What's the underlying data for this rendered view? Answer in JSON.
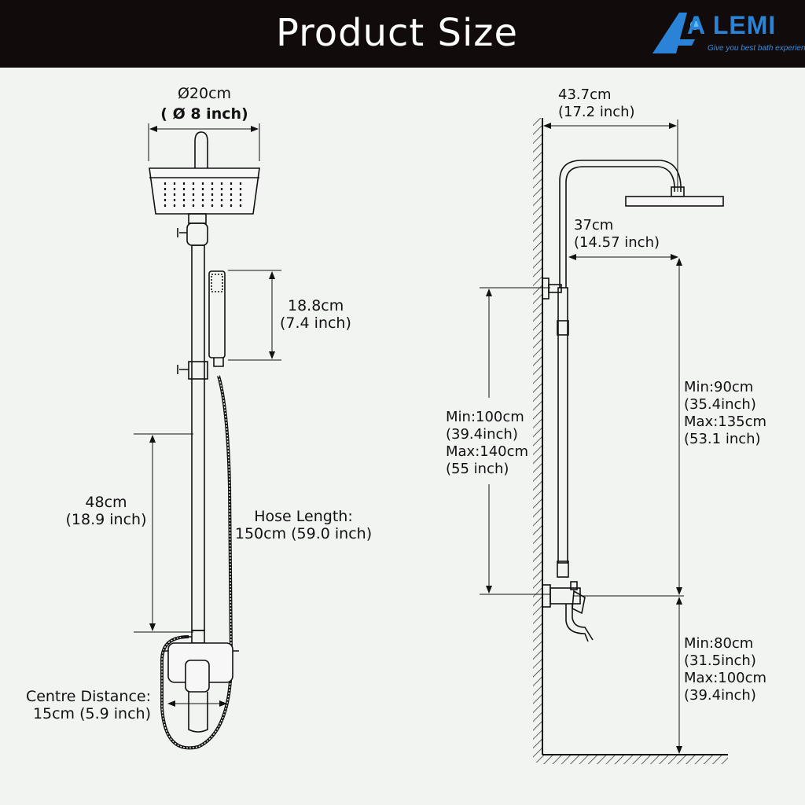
{
  "header": {
    "title": "Product  Size",
    "brand": "A  LEMI",
    "tagline": "Give you best bath experience"
  },
  "left_view": {
    "head_diameter_cm": "Ø20cm",
    "head_diameter_in": "( Ø 8 inch)",
    "handheld_cm": "18.8cm",
    "handheld_in": "(7.4 inch)",
    "rail_cm": "48cm",
    "rail_in": "(18.9 inch)",
    "hose_label": "Hose Length:",
    "hose_value": "150cm (59.0 inch)",
    "centre_label": "Centre Distance:",
    "centre_value": "15cm (5.9 inch)"
  },
  "right_view": {
    "arm_cm": "43.7cm",
    "arm_in": "(17.2 inch)",
    "offset_cm": "37cm",
    "offset_in": "(14.57 inch)",
    "height_min": "Min:100cm",
    "height_min_in": "(39.4inch)",
    "height_max": "Max:140cm",
    "height_max_in": "(55 inch)",
    "rise_min": "Min:90cm",
    "rise_min_in": "(35.4inch)",
    "rise_max": "Max:135cm",
    "rise_max_in": "(53.1 inch)",
    "floor_min": "Min:80cm",
    "floor_min_in": "(31.5inch)",
    "floor_max": "Max:100cm",
    "floor_max_in": "(39.4inch)"
  },
  "colors": {
    "header_bg": "#120b0b",
    "brand_blue": "#2a83d6",
    "line": "#111111"
  }
}
